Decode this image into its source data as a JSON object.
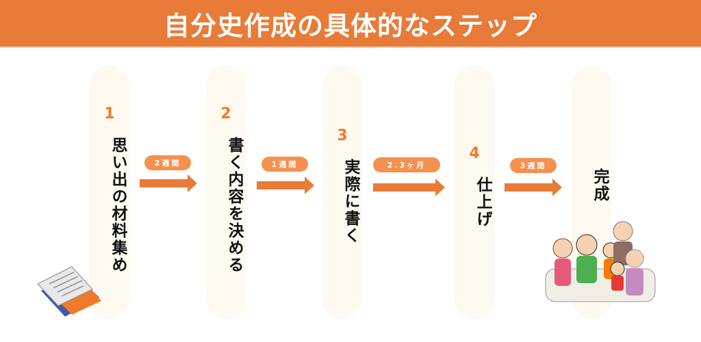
{
  "title": "自分史作成の具体的なステップ",
  "steps": [
    {
      "number": "1",
      "label": "思い出の材料集め"
    },
    {
      "number": "2",
      "label": "書く内容を決める"
    },
    {
      "number": "3",
      "label": "実際に書く"
    },
    {
      "number": "4",
      "label": "仕上げ"
    },
    {
      "number": "",
      "label": "完成"
    }
  ],
  "durations": [
    "2週間",
    "1週間",
    "2.3ヶ月",
    "3週間"
  ],
  "colors": {
    "accent": "#e87b38",
    "pill": "#f59150",
    "number": "#f07a2a",
    "column": "#fefaf0"
  }
}
